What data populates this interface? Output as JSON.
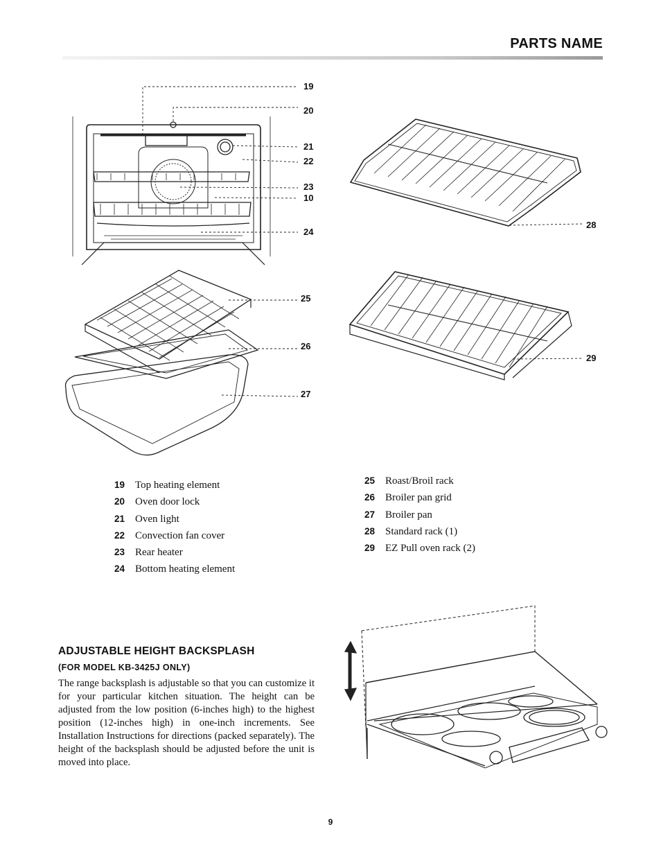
{
  "header": {
    "title": "PARTS NAME"
  },
  "callouts": {
    "c19": "19",
    "c20": "20",
    "c21": "21",
    "c22": "22",
    "c23": "23",
    "c10": "10",
    "c24": "24",
    "c25": "25",
    "c26": "26",
    "c27": "27",
    "c28": "28",
    "c29": "29"
  },
  "parts_left": [
    {
      "num": "19",
      "name": "Top heating element"
    },
    {
      "num": "20",
      "name": "Oven door lock"
    },
    {
      "num": "21",
      "name": "Oven light"
    },
    {
      "num": "22",
      "name": "Convection fan cover"
    },
    {
      "num": "23",
      "name": "Rear heater"
    },
    {
      "num": "24",
      "name": "Bottom heating element"
    }
  ],
  "parts_right": [
    {
      "num": "25",
      "name": "Roast/Broil rack"
    },
    {
      "num": "26",
      "name": "Broiler pan grid"
    },
    {
      "num": "27",
      "name": "Broiler pan"
    },
    {
      "num": "28",
      "name": "Standard rack (1)"
    },
    {
      "num": "29",
      "name": "EZ Pull oven rack (2)"
    }
  ],
  "backsplash": {
    "title": "ADJUSTABLE HEIGHT BACKSPLASH",
    "subtitle": "(FOR MODEL KB-3425J ONLY)",
    "body": "The range backsplash is adjustable so that you can customize it for your particular kitchen situation. The height can be adjusted from the low position (6-inches high) to the highest position (12-inches high) in one-inch increments. See Installation Instructions for directions (packed separately). The height of the backsplash should be adjusted before the unit is moved into place."
  },
  "footer": {
    "page_number": "9"
  }
}
